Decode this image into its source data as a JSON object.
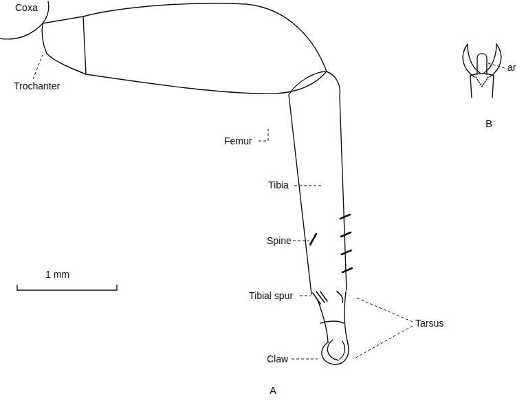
{
  "diagram": {
    "labels": [
      "Coxa",
      "Trochanter",
      "Femur",
      "Tibia",
      "Spine",
      "Tibial spur",
      "Tarsus",
      "Claw",
      "A",
      "B",
      "ar",
      "1 mm"
    ]
  }
}
